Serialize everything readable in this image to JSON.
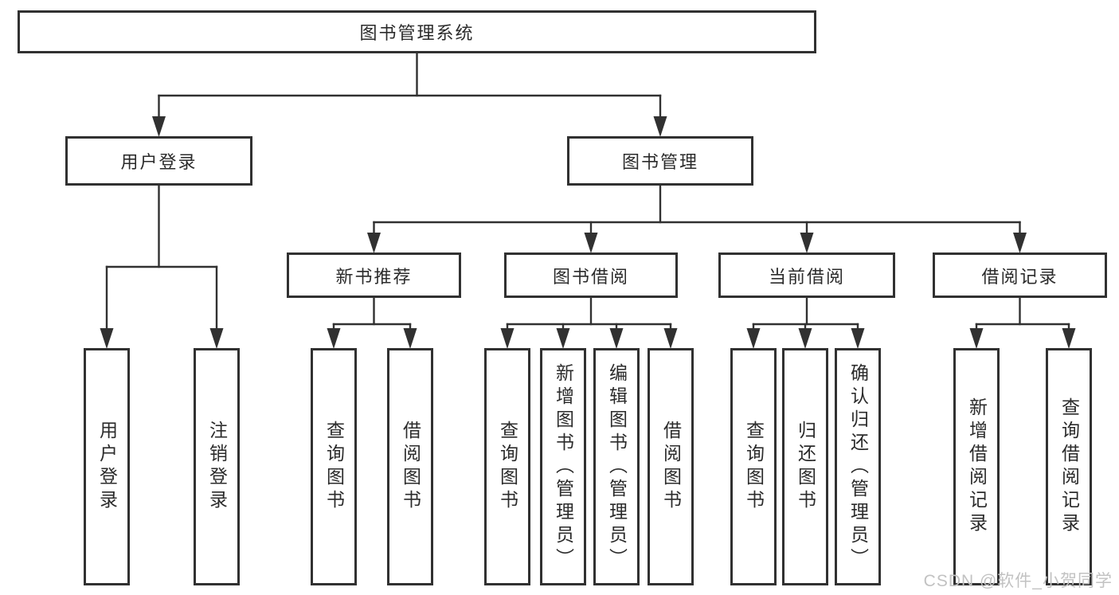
{
  "title": "图书管理系统",
  "colors": {
    "line": "#313131",
    "text": "#2b2b2b",
    "box_border": "#313131",
    "background": "#ffffff",
    "watermark": "#c2c2c2"
  },
  "watermark": "CSDN @软件_小贺同学",
  "nodes": [
    {
      "id": "root",
      "label": "图书管理系统"
    },
    {
      "id": "login",
      "label": "用户登录"
    },
    {
      "id": "mgmt",
      "label": "图书管理"
    },
    {
      "id": "newrec",
      "label": "新书推荐"
    },
    {
      "id": "borrow",
      "label": "图书借阅"
    },
    {
      "id": "current",
      "label": "当前借阅"
    },
    {
      "id": "records",
      "label": "借阅记录"
    },
    {
      "id": "uleaf",
      "label": "用户登录"
    },
    {
      "id": "logout",
      "label": "注销登录"
    },
    {
      "id": "q1",
      "label": "查询图书"
    },
    {
      "id": "b1",
      "label": "借阅图书"
    },
    {
      "id": "q2",
      "label": "查询图书"
    },
    {
      "id": "addbook",
      "label": "新增图书（管理员）"
    },
    {
      "id": "editbook",
      "label": "编辑图书（管理员）"
    },
    {
      "id": "b2",
      "label": "借阅图书"
    },
    {
      "id": "q3",
      "label": "查询图书"
    },
    {
      "id": "retbook",
      "label": "归还图书"
    },
    {
      "id": "confirm",
      "label": "确认归还（管理员）"
    },
    {
      "id": "addrec",
      "label": "新增借阅记录"
    },
    {
      "id": "qrec",
      "label": "查询借阅记录"
    }
  ],
  "edges": [
    {
      "from": "root",
      "to": [
        "login",
        "mgmt"
      ]
    },
    {
      "from": "login",
      "to": [
        "uleaf",
        "logout"
      ]
    },
    {
      "from": "mgmt",
      "to": [
        "newrec",
        "borrow",
        "current",
        "records"
      ]
    },
    {
      "from": "newrec",
      "to": [
        "q1",
        "b1"
      ]
    },
    {
      "from": "borrow",
      "to": [
        "q2",
        "addbook",
        "editbook",
        "b2"
      ]
    },
    {
      "from": "current",
      "to": [
        "q3",
        "retbook",
        "confirm"
      ]
    },
    {
      "from": "records",
      "to": [
        "addrec",
        "qrec"
      ]
    }
  ]
}
